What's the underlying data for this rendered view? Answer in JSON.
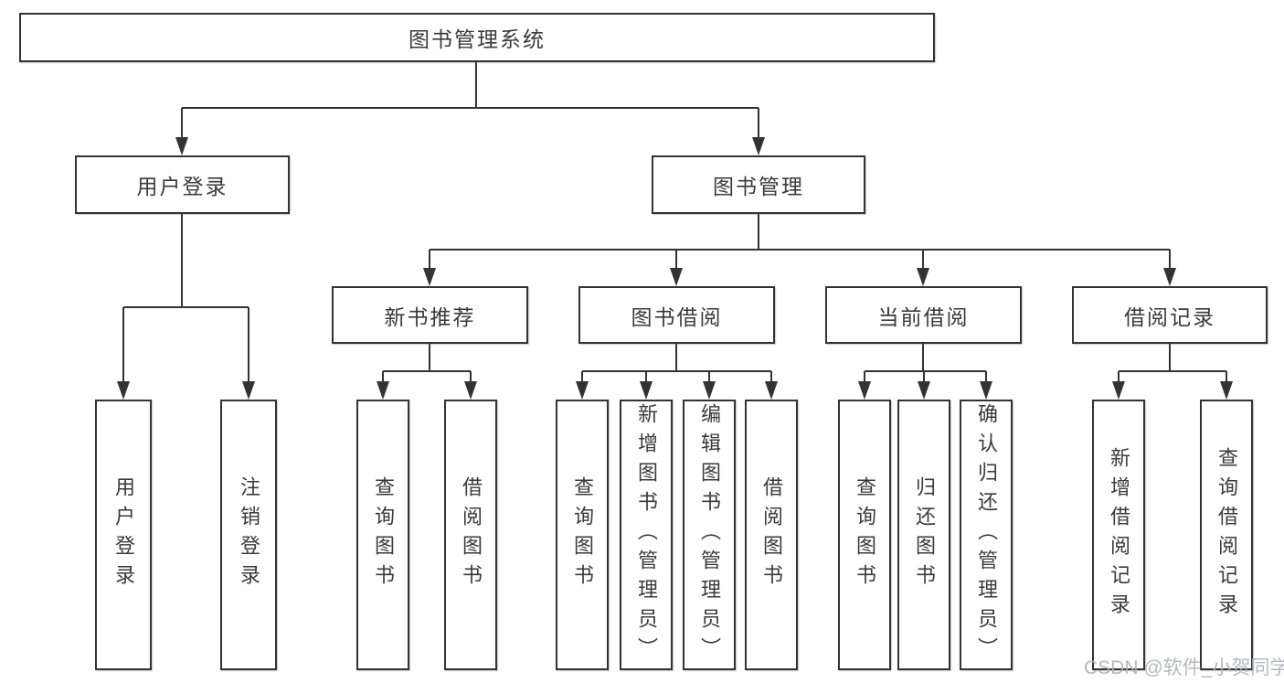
{
  "tree": {
    "root": {
      "label": "图书管理系统"
    },
    "branches": [
      {
        "label": "用户登录",
        "children": [
          "用户登录",
          "注销登录"
        ]
      },
      {
        "label": "图书管理",
        "groups": [
          {
            "label": "新书推荐",
            "children": [
              "查询图书",
              "借阅图书"
            ]
          },
          {
            "label": "图书借阅",
            "children": [
              "查询图书",
              "新增图书（管理员）",
              "编辑图书（管理员）",
              "借阅图书"
            ]
          },
          {
            "label": "当前借阅",
            "children": [
              "查询图书",
              "归还图书",
              "确认归还（管理员）"
            ]
          },
          {
            "label": "借阅记录",
            "children": [
              "新增借阅记录",
              "查询借阅记录"
            ]
          }
        ]
      }
    ]
  },
  "watermark": "CSDN @软件_小贺同学",
  "colors": {
    "line": "#333333",
    "text": "#3a3a3a",
    "box_background": "#ffffff",
    "page_background": "#ffffff",
    "watermark": "#afb2b9"
  }
}
